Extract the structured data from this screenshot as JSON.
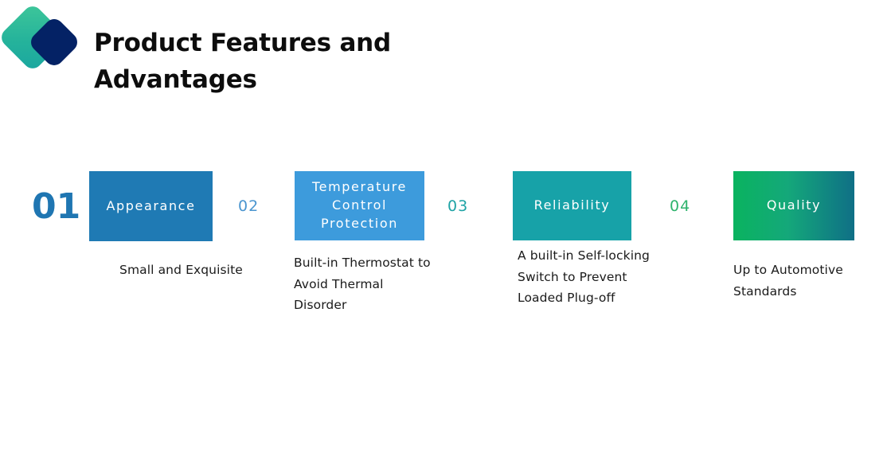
{
  "header": {
    "title": "Product Features and Advantages",
    "logo_name": "brand-diamond-logo"
  },
  "colors": {
    "card_1": "#1f7ab4",
    "card_2": "#3d9bdc",
    "card_3": "#17a2a8",
    "card_4_gradient_start": "#0ab35f",
    "card_4_gradient_end": "#0f6f86",
    "logo_teal": "#25b39b",
    "logo_navy": "#042265",
    "title_text": "#0d0d0d",
    "body_text": "#1a1a1a"
  },
  "features": [
    {
      "number": "01",
      "label": "Appearance",
      "description": "Small and Exquisite",
      "accent": "#1f76b2"
    },
    {
      "number": "02",
      "label": "Temperature Control Protection",
      "description": "Built-in Thermostat to Avoid Thermal Disorder",
      "accent": "#4a95cf"
    },
    {
      "number": "03",
      "label": "Reliability",
      "description": "A built-in Self-locking Switch to Prevent Loaded Plug-off",
      "accent": "#1ea3a5"
    },
    {
      "number": "04",
      "label": "Quality",
      "description": "Up to Automotive Standards",
      "accent": "#2eb36d"
    }
  ]
}
